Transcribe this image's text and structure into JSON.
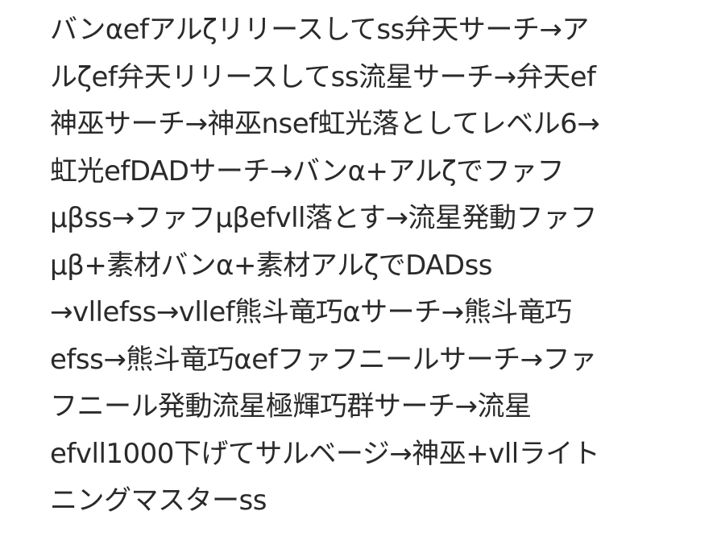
{
  "note": {
    "lines": [
      "バンαefアルζリリースしてss弁天サーチ→ア",
      "ルζef弁天リリースしてss流星サーチ→弁天ef",
      "神巫サーチ→神巫nsef虹光落としてレベル6→",
      "虹光efDADサーチ→バンα+アルζでファフ",
      "μβss→ファフμβefvll落とす→流星発動ファフ",
      "μβ+素材バンα+素材アルζでDADss",
      "→vllefss→vllef熊斗竜巧αサーチ→熊斗竜巧",
      "efss→熊斗竜巧αefファフニールサーチ→ファ",
      "フニール発動流星極輝巧群サーチ→流星",
      "efvll1000下げてサルベージ→神巫+vllライト",
      "ニングマスターss"
    ]
  }
}
